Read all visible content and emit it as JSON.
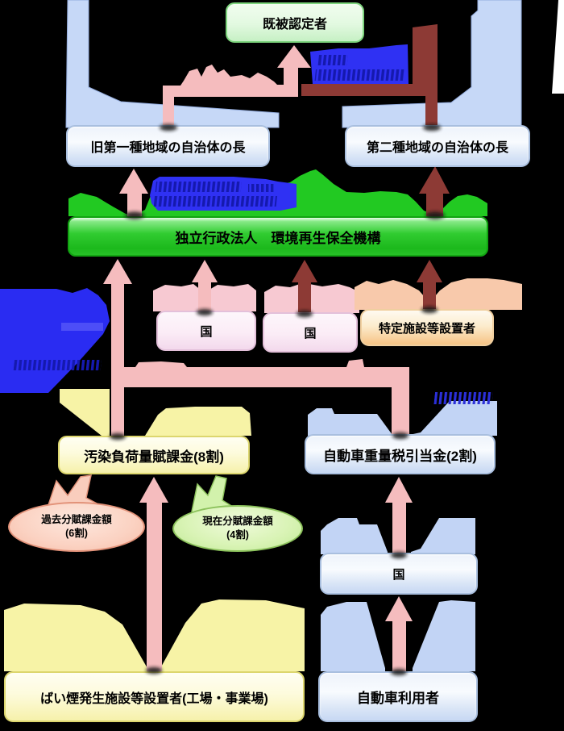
{
  "diagram": {
    "nodes": {
      "beneficiary": {
        "label": "既被認定者"
      },
      "old_class1_gov": {
        "label": "旧第一種地域の自治体の長"
      },
      "class2_gov": {
        "label": "第二種地域の自治体の長"
      },
      "erca": {
        "label": "独立行政法人　環境再生保全機構"
      },
      "kuni_left": {
        "label": "国"
      },
      "kuni_mid": {
        "label": "国"
      },
      "tokutei": {
        "label": "特定施設等設置者"
      },
      "osen_fuka": {
        "label": "汚染負荷量賦課金(8割)"
      },
      "jyuryozei": {
        "label": "自動車重量税引当金(2割)"
      },
      "kako_bubble": {
        "line1": "過去分賦課金額",
        "line2": "(6割)"
      },
      "genzai_bubble": {
        "line1": "現在分賦課金額",
        "line2": "(4割)"
      },
      "baien": {
        "label": "ばい煙発生施設等設置者(工場・事業場)"
      },
      "kuni_bottom": {
        "label": "国"
      },
      "car_user": {
        "label": "自動車利用者"
      }
    },
    "colors": {
      "background": "#000000",
      "pink_arrow": "#f5bcbe",
      "maroon_arrow": "#8d3a35",
      "green_bar": "#2ec82e",
      "green_halo": "#22c922",
      "light_blue_band": "#c6d8f7",
      "blue_artifact_blob": "#2f31f3",
      "garbled_text_navy": "#1519ae",
      "yellow_halo": "#f7f3a6",
      "blue_halo": "#c2d4f5",
      "pink_halo": "#f7c9d2",
      "peach_halo": "#f8c9ab",
      "green_box": "#dcf8dc",
      "blue_box": "#dbe6f7",
      "pink_box": "#fbeaf5",
      "orange_box": "#f8d2a0",
      "yellow_box": "#fbf7c0",
      "salmon_bubble": "#f9cdbd",
      "green_bubble": "#d2f2ac"
    }
  }
}
